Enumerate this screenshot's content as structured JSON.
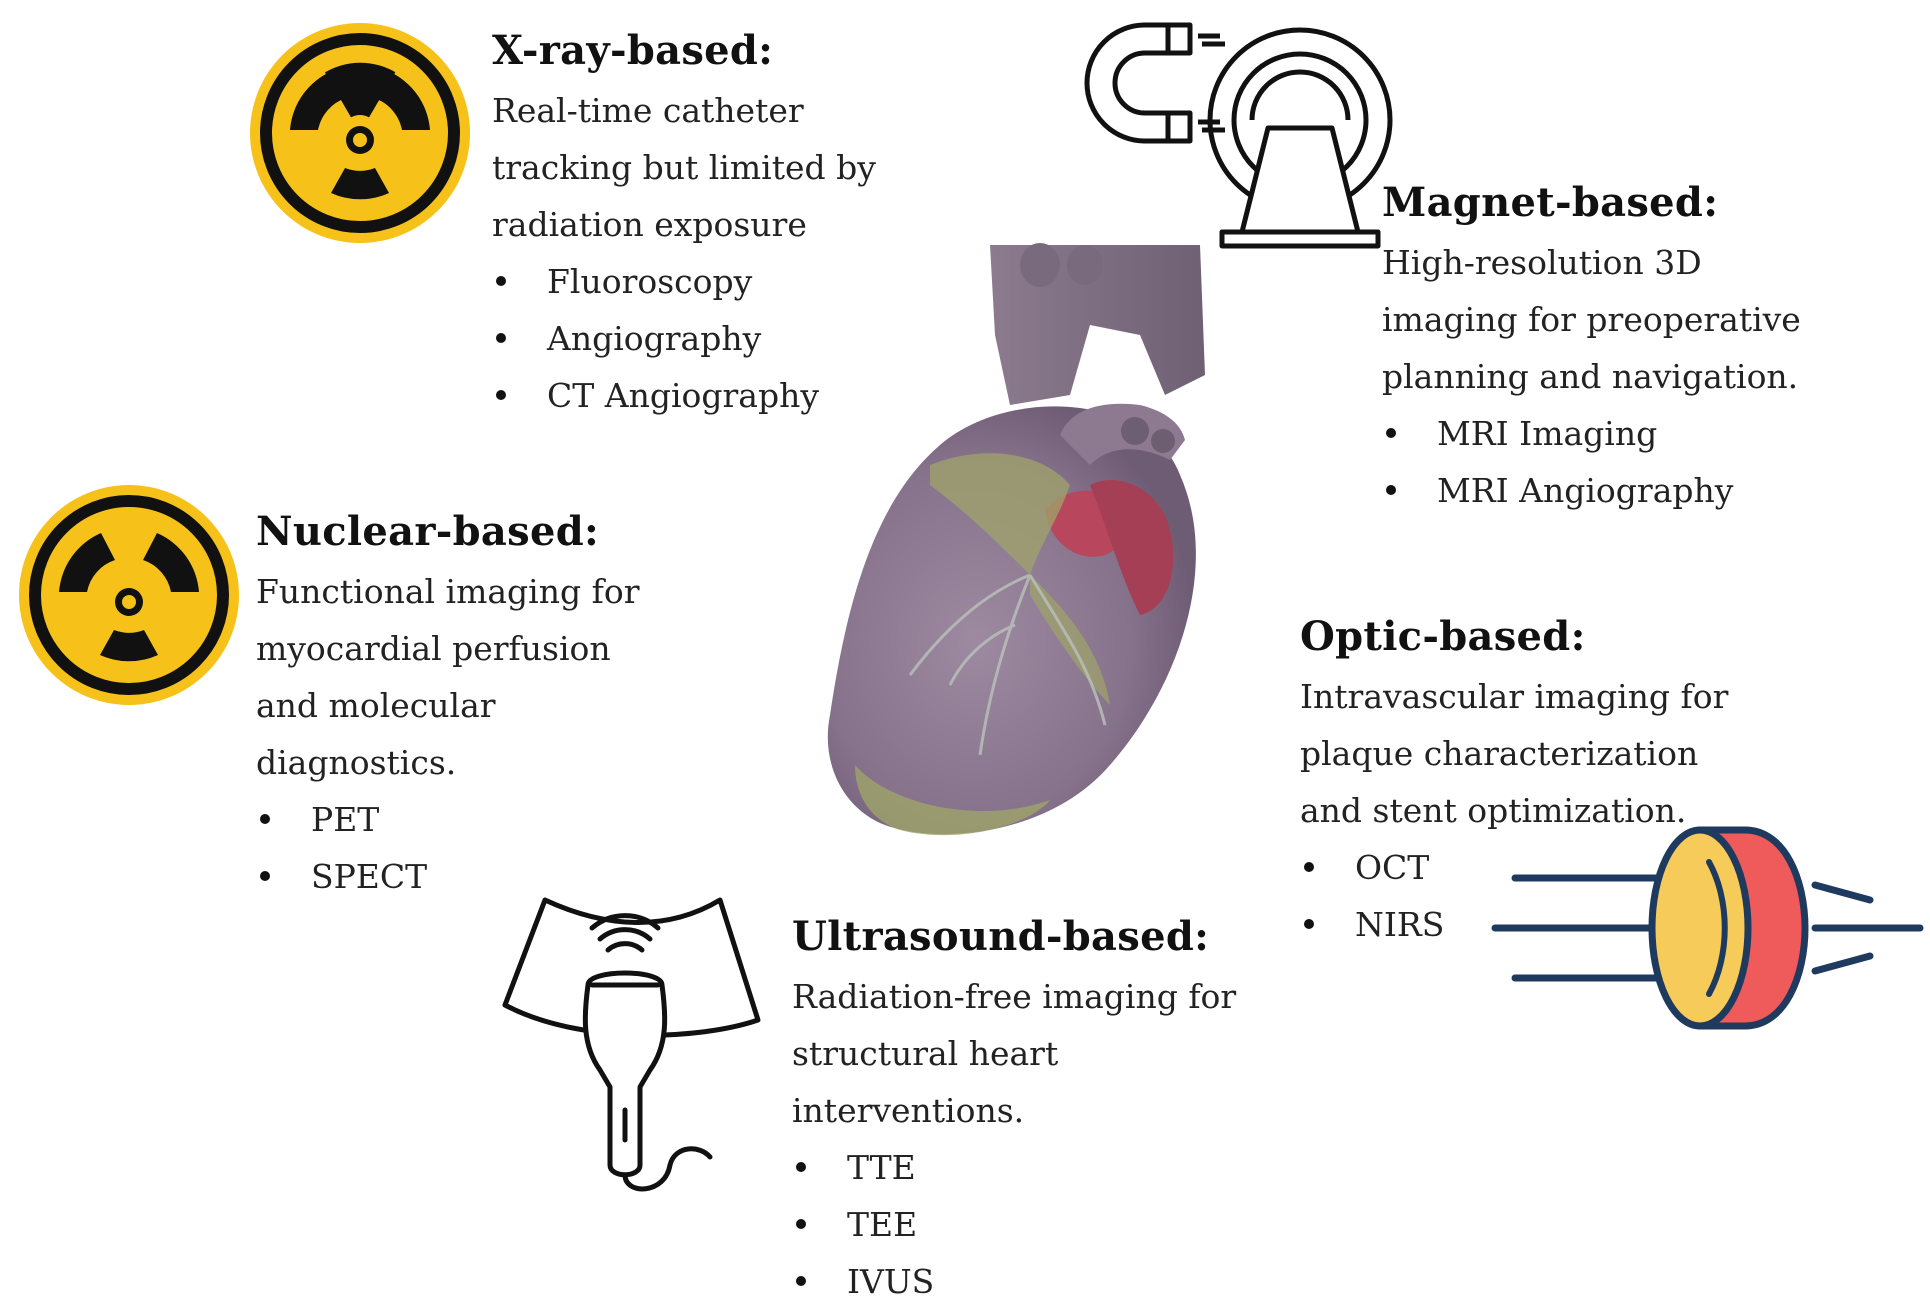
{
  "colors": {
    "radiation_yellow": "#F6C21A",
    "optic_yellow": "#F7CB59",
    "optic_red": "#EF5A5A",
    "optic_line": "#1F3A5F",
    "heart_purple": "#8E7A92",
    "heart_fat": "#9FA46A",
    "heart_atrium": "#B8475E"
  },
  "icons": {
    "xray": "radiation-icon",
    "nuclear": "radiation-icon",
    "magnet": "magnet-mri-scanner-icon",
    "ultrasound": "ultrasound-probe-icon",
    "optic": "optic-lens-icon",
    "center": "heart-illustration"
  },
  "sections": {
    "xray": {
      "title": "X-ray-based:",
      "description": "Real-time catheter tracking but limited by radiation exposure",
      "items": [
        "Fluoroscopy",
        "Angiography",
        "CT Angiography"
      ]
    },
    "magnet": {
      "title": "Magnet-based:",
      "description": "High-resolution 3D imaging for preoperative planning and navigation.",
      "items": [
        "MRI Imaging",
        "MRI Angiography"
      ]
    },
    "nuclear": {
      "title": "Nuclear-based:",
      "description": "Functional imaging for myocardial perfusion and molecular diagnostics.",
      "items": [
        "PET",
        "SPECT"
      ]
    },
    "optic": {
      "title": "Optic-based:",
      "description": "Intravascular imaging for plaque characterization and stent optimization.",
      "items": [
        "OCT",
        "NIRS"
      ]
    },
    "ultrasound": {
      "title": "Ultrasound-based:",
      "description": "Radiation-free imaging for structural heart interventions.",
      "items": [
        "TTE",
        "TEE",
        "IVUS"
      ]
    }
  }
}
